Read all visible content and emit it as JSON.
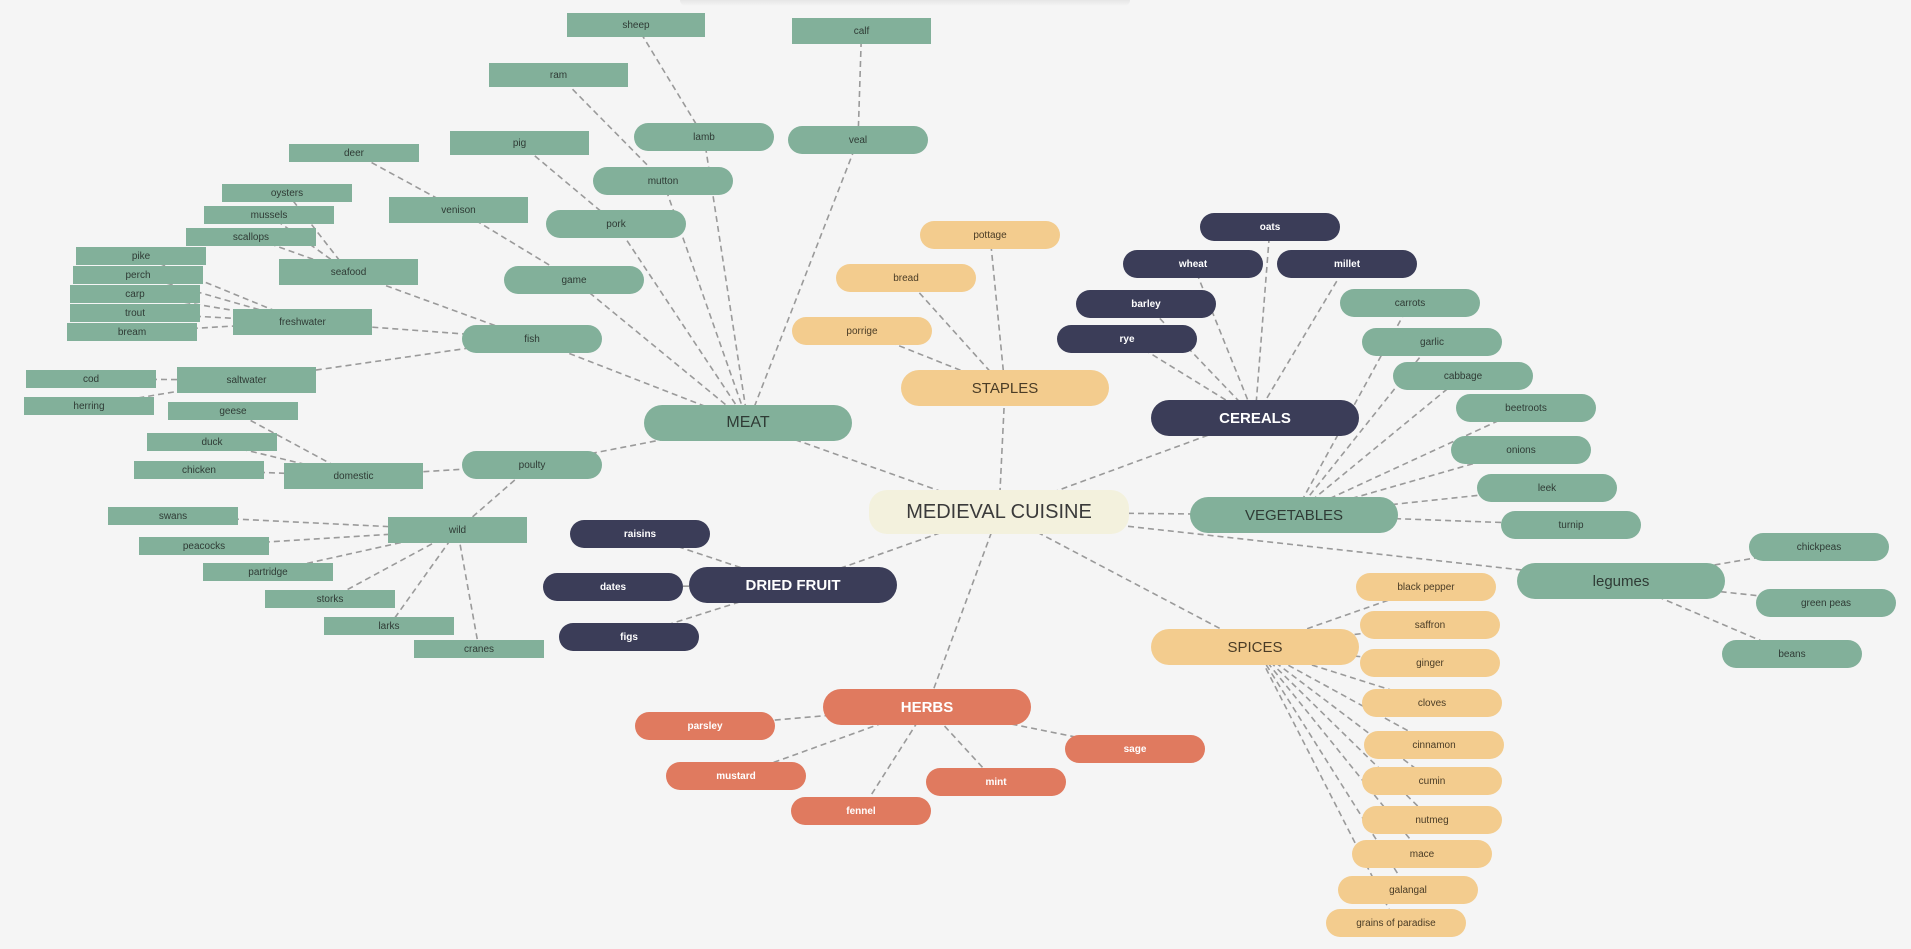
{
  "map": {
    "center": "MEDIEVAL CUISINE",
    "meat": {
      "label": "MEAT",
      "items": [
        "sheep",
        "ram",
        "lamb",
        "mutton",
        "calf",
        "veal",
        "pig",
        "pork",
        "deer",
        "venison",
        "game",
        "oysters",
        "mussels",
        "scallops",
        "seafood",
        "pike",
        "perch",
        "carp",
        "trout",
        "bream",
        "freshwater",
        "fish",
        "cod",
        "herring",
        "saltwater",
        "geese",
        "duck",
        "chicken",
        "domestic",
        "poulty",
        "swans",
        "peacocks",
        "partridge",
        "storks",
        "larks",
        "cranes",
        "wild"
      ]
    },
    "staples": {
      "label": "STAPLES",
      "items": [
        "pottage",
        "bread",
        "porrige"
      ]
    },
    "cereals": {
      "label": "CEREALS",
      "items": [
        "oats",
        "wheat",
        "millet",
        "barley",
        "rye"
      ]
    },
    "vegetables": {
      "label": "VEGETABLES",
      "items": [
        "carrots",
        "garlic",
        "cabbage",
        "beetroots",
        "onions",
        "leek",
        "turnip"
      ]
    },
    "legumes": {
      "label": "legumes",
      "items": [
        "chickpeas",
        "green peas",
        "beans"
      ]
    },
    "spices": {
      "label": "SPICES",
      "items": [
        "black pepper",
        "saffron",
        "ginger",
        "cloves",
        "cinnamon",
        "cumin",
        "nutmeg",
        "mace",
        "galangal",
        "grains of paradise"
      ]
    },
    "dried_fruit": {
      "label": "DRIED FRUIT",
      "items": [
        "raisins",
        "dates",
        "figs"
      ]
    },
    "herbs": {
      "label": "HERBS",
      "items": [
        "parsley",
        "mustard",
        "fennel",
        "mint",
        "sage"
      ]
    }
  },
  "colors": {
    "meat": "#82b09a",
    "cereals": "#3b3d58",
    "staples": "#f3cc8e",
    "herbs": "#e07a5f",
    "center": "#f3f1dd",
    "edge": "#9a9a9a"
  }
}
